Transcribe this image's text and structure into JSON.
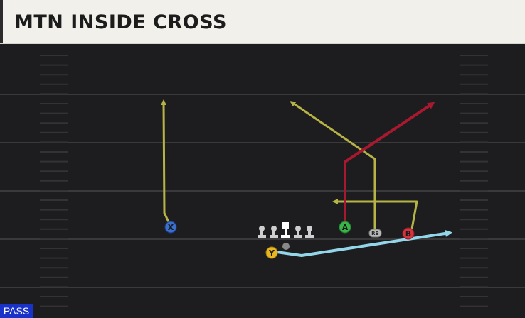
{
  "play": {
    "title": "MTN INSIDE CROSS",
    "type_badge": "PASS"
  },
  "players": {
    "x": {
      "label": "X",
      "color": "#3a6fd0"
    },
    "y": {
      "label": "Y",
      "color": "#e9b520"
    },
    "a": {
      "label": "A",
      "color": "#39b64a"
    },
    "b": {
      "label": "B",
      "color": "#d63340"
    },
    "rb": {
      "label": "RB",
      "color": "#b9b9b9"
    }
  },
  "colors": {
    "route_yellow": "#b7b446",
    "route_red": "#a8182f",
    "route_blue": "#93d6ea",
    "lineman": "#cfcfcf",
    "center": "#ffffff",
    "qb": "#888888"
  }
}
